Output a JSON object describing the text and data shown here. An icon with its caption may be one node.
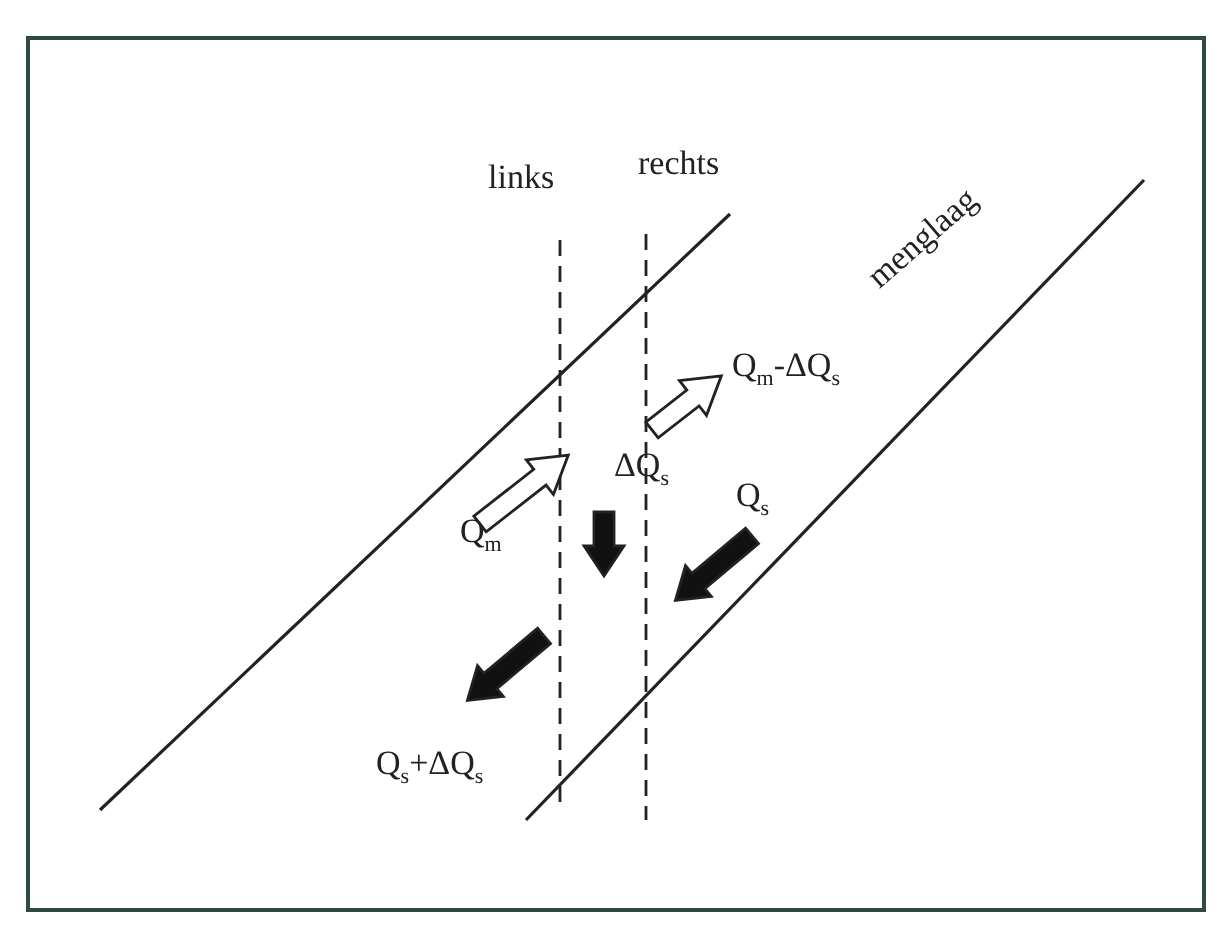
{
  "diagram": {
    "labels": [
      "links",
      "rechts",
      "menglaag",
      "Q$_{m}$-ΔQ$_{s}$",
      "Q$_{m}$",
      "ΔQ$_{s}$",
      "Q$_{s}$",
      "Q$_{s}$+ΔQ$_{s}$"
    ]
  }
}
